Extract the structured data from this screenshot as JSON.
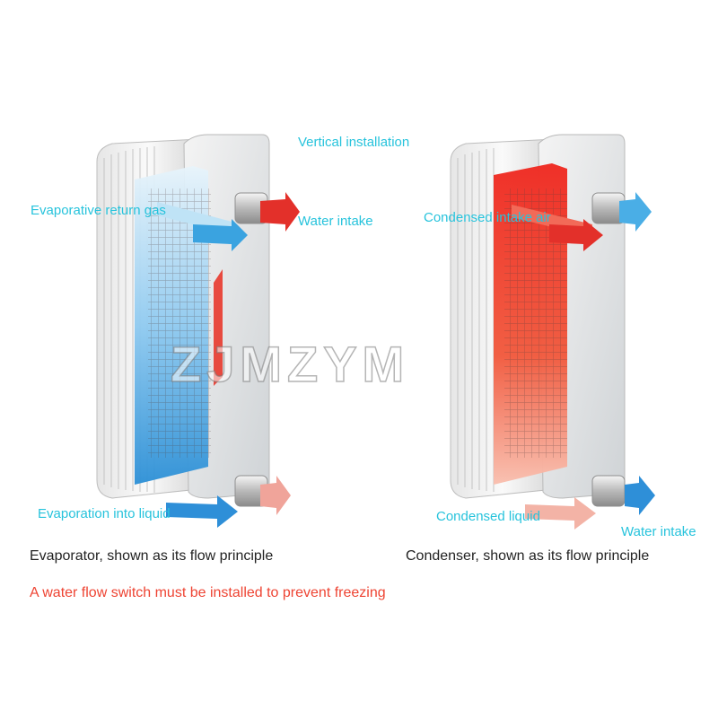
{
  "title": "Vertical installation",
  "evaporator": {
    "return_gas": "Evaporative return gas",
    "water_intake": "Water intake",
    "into_liquid": "Evaporation into liquid",
    "caption": "Evaporator, shown as its flow principle"
  },
  "condenser": {
    "intake_air": "Condensed intake air",
    "condensed_liquid": "Condensed liquid",
    "water_intake": "Water intake",
    "caption": "Condenser, shown as its flow principle"
  },
  "warning": "A water flow switch must be installed to prevent freezing",
  "watermark": "ZJMZYM",
  "colors": {
    "label": "#27c3dc",
    "warning": "#ee4433",
    "cold": "#3aa3e0",
    "hot": "#ee3a2e"
  }
}
